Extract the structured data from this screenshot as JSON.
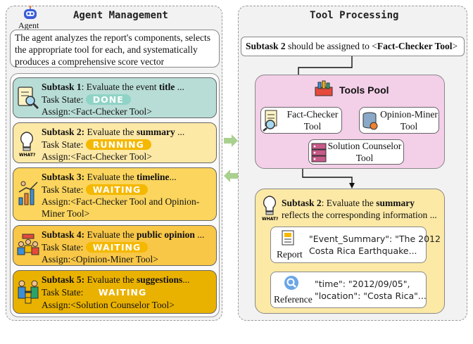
{
  "left": {
    "agent_label": "Agent",
    "title": "Agent Management",
    "description": [
      "The agent analyzes the report's components, selects",
      "the appropriate tool for each, and systematically",
      "produces a comprehensive score vector"
    ],
    "subtasks": [
      {
        "num": "Subtask 1",
        "lead": ": Evaluate the event ",
        "focus": "title",
        "trail": " ...",
        "state_label": "Task State:",
        "state": "DONE",
        "assign": [
          "Assign:<Fact-Checker Tool>"
        ],
        "icon": "magnifier-document-icon",
        "bg": "#b8ddd6",
        "pill": "#8fd3c6"
      },
      {
        "num": "Subtask 2:",
        "lead": " Evaluate the ",
        "focus": "summary",
        "trail": " ...",
        "state_label": "Task State:",
        "state": "RUNNING",
        "assign": [
          "Assign:<Fact-Checker Tool>"
        ],
        "icon": "lightbulb-icon",
        "bg": "#fde9a6",
        "pill": "#f5b800"
      },
      {
        "num": "Subtask 3:",
        "lead": " Evaluate the ",
        "focus": "timeline",
        "trail": "...",
        "state_label": "Task State:",
        "state": "WAITING",
        "assign": [
          "Assign:<Fact-Checker Tool and Opinion-",
          "Miner Tool>"
        ],
        "icon": "growth-chart-icon",
        "bg": "#fbd55d",
        "pill": "#f5b800"
      },
      {
        "num": "Subtask 4:",
        "lead": " Evaluate the ",
        "focus": "public opinion",
        "trail": " ...",
        "state_label": "Task State:",
        "state": "WAITING",
        "assign": [
          "Assign:<Opinion-Miner Tool>"
        ],
        "icon": "team-meeting-icon",
        "bg": "#f8c747",
        "pill": "#f5b800"
      },
      {
        "num": "Subtask 5:",
        "lead": " Evaluate the ",
        "focus": "suggestions",
        "trail": "...",
        "state_label": "Task State:",
        "state": "WAITING",
        "assign": [
          "Assign:<Solution Counselor Tool>"
        ],
        "icon": "handshake-icon",
        "bg": "#eab200",
        "pill": "#eab200"
      }
    ]
  },
  "right": {
    "title": "Tool Processing",
    "assignment": {
      "prefix": "Subtask 2",
      "mid": " should be assigned to <",
      "tool": "Fact-Checker Tool",
      "suffix": ">"
    },
    "tools_pool": {
      "title": "Tools Pool",
      "tools": [
        {
          "name": [
            "Fact-Checker",
            "Tool"
          ],
          "icon": "checklist-magnifier-icon"
        },
        {
          "name": [
            "Opinion-Miner",
            "Tool"
          ],
          "icon": "database-icon"
        },
        {
          "name": [
            "Solution Counselor",
            "Tool"
          ],
          "icon": "server-icon"
        }
      ]
    },
    "result": {
      "prefix": "Subtask 2",
      "mid": ": Evaluate the ",
      "focus": "summary",
      "line2": "reflects the corresponding information ...",
      "report_label": "Report",
      "report_text": [
        "\"Event_Summary\": \"The 2012",
        "Costa Rica Earthquake..."
      ],
      "reference_label": "Reference",
      "reference_text": [
        "\"time\": \"2012/09/05\",",
        "\"location\": \"Costa Rica\"..."
      ]
    }
  },
  "colors": {
    "teal": "#b8ddd6",
    "pink": "#f3cfe8",
    "yellow": "#fce9a6",
    "arrow": "#a9d08e"
  }
}
